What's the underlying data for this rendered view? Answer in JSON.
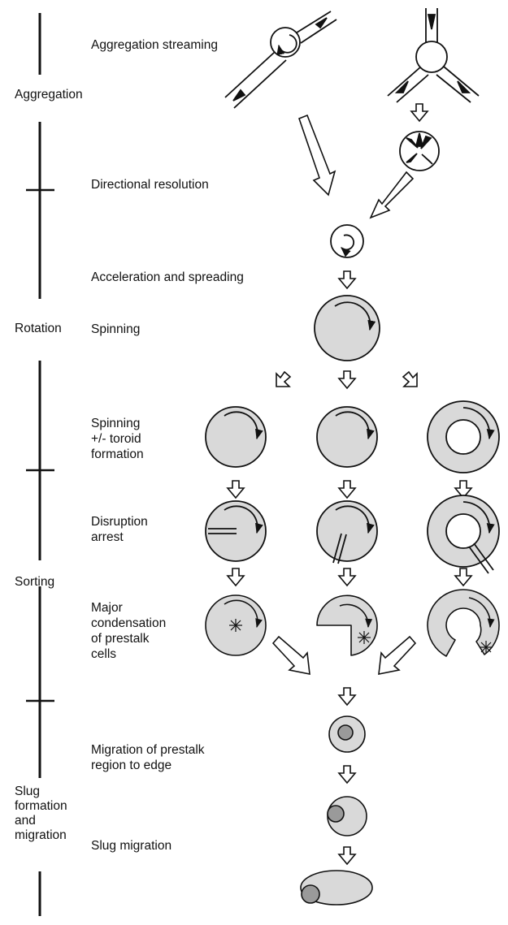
{
  "phases": {
    "aggregation": "Aggregation",
    "rotation": "Rotation",
    "sorting": "Sorting",
    "slug": "Slug\nformation\nand\nmigration"
  },
  "stages": {
    "aggregation_streaming": "Aggregation streaming",
    "directional_resolution": "Directional resolution",
    "acceleration_spreading": "Acceleration and spreading",
    "spinning": "Spinning",
    "spinning_toroid": "Spinning\n+/- toroid\nformation",
    "disruption_arrest": "Disruption\narrest",
    "major_condensation": "Major\ncondensation\nof prestalk\ncells",
    "migration_prestalk": "Migration of prestalk\nregion to edge",
    "slug_migration": "Slug migration"
  },
  "colors": {
    "ink": "#111111",
    "cell_fill": "#d9d9d9",
    "core_fill": "#9a9a9a",
    "background": "#ffffff"
  }
}
